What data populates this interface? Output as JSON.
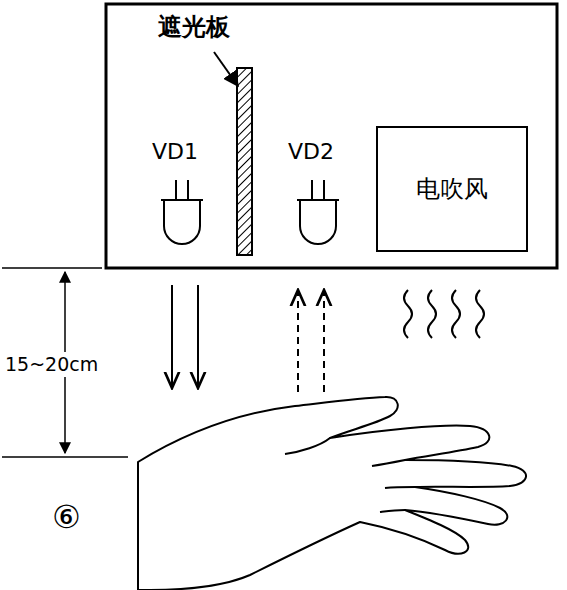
{
  "diagram": {
    "nodes": [
      {
        "text": [
          "电吹风"
        ]
      }
    ],
    "labels": [
      "遮光板",
      "VD1",
      "VD2",
      "15~20cm",
      "⑥"
    ]
  }
}
